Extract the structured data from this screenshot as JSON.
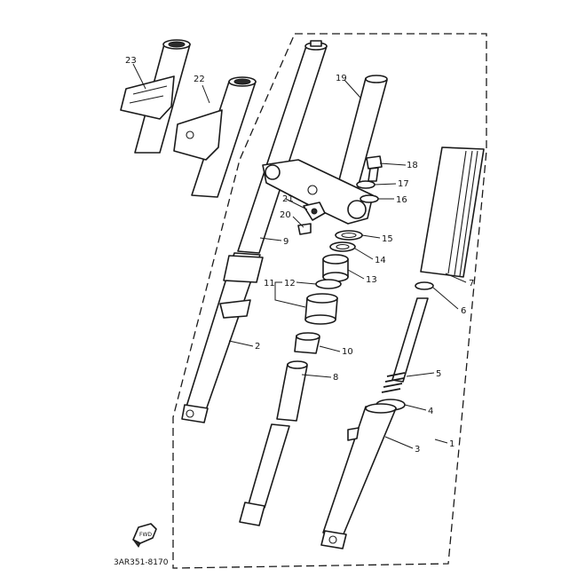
{
  "diagram": {
    "code": "3AR351-8170",
    "fwd_label": "FWD",
    "callouts": [
      "1",
      "2",
      "3",
      "4",
      "5",
      "6",
      "7",
      "8",
      "9",
      "10",
      "11",
      "12",
      "13",
      "14",
      "15",
      "16",
      "17",
      "18",
      "19",
      "20",
      "21",
      "22",
      "23"
    ],
    "colors": {
      "ink": "#1a1a1a",
      "paper": "#ffffff"
    }
  }
}
